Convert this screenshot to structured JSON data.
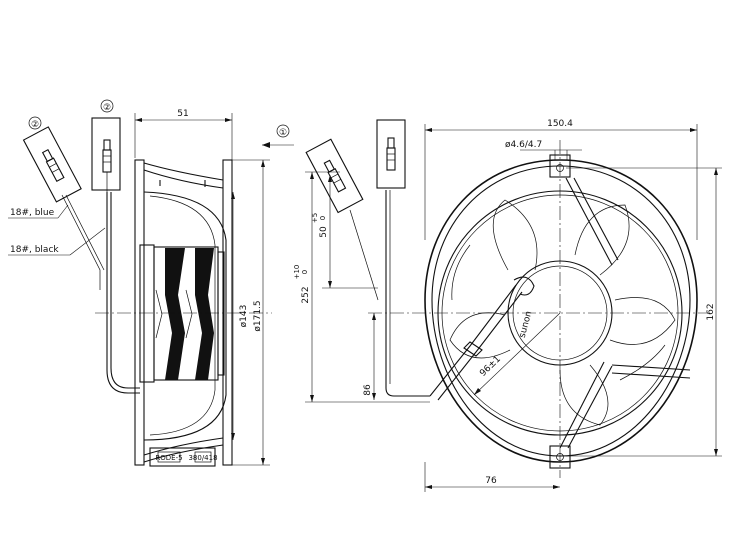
{
  "side_view": {
    "width_label": "51",
    "hub_dia_label": "ø143",
    "outer_dia_label": "ø171.5",
    "label_plate_text_1": "RODE-5",
    "label_plate_text_2": "380/418",
    "callout_direction": "①",
    "callout_connector_1": "②",
    "callout_connector_2": "②",
    "wire_blue": "18#, blue",
    "wire_black": "18#, black"
  },
  "front_view": {
    "width_label": "150.4",
    "hole_label": "ø4.6/4.7",
    "height_label": "162",
    "lead_length_label": "252",
    "lead_length_tol_plus": "+10",
    "lead_length_tol_minus": "0",
    "strip_length_label": "50",
    "strip_length_tol_plus": "+5",
    "strip_length_tol_minus": "0",
    "radius_label": "96±1",
    "bottom_offset_label": "76",
    "left_offset_label": "86",
    "brand_text": "sunon"
  }
}
